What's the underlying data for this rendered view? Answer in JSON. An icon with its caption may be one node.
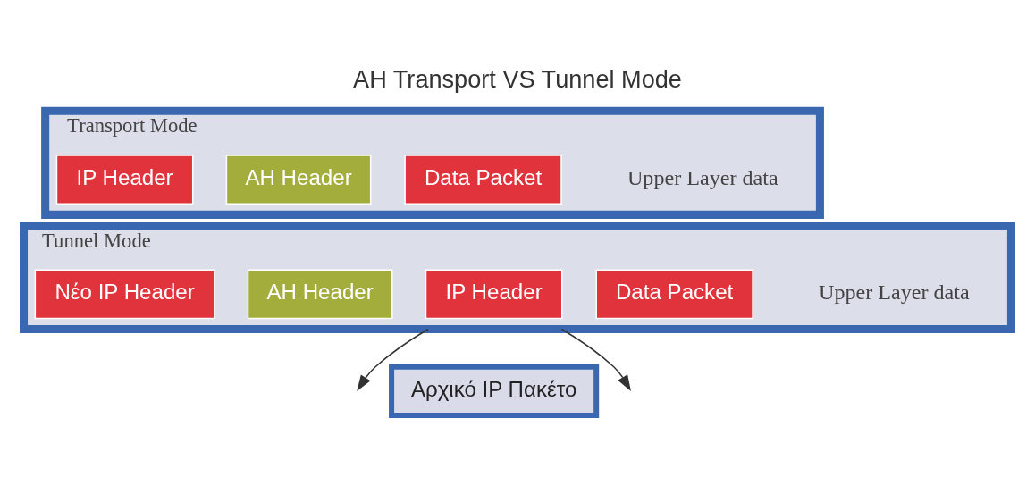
{
  "diagram": {
    "title": "AH Transport VS Tunnel Mode",
    "nodes": [
      {
        "text": [
          "Transport Mode",
          "Upper Layer data"
        ]
      },
      {
        "text": [
          "IP Header"
        ],
        "in": 0
      },
      {
        "text": [
          "AH Header"
        ],
        "in": 0
      },
      {
        "text": [
          "Data Packet"
        ],
        "in": 0
      },
      {
        "text": [
          "Tunnel Mode",
          "Upper Layer data"
        ]
      },
      {
        "text": [
          "Νέο IP Header"
        ],
        "in": 4
      },
      {
        "text": [
          "AH Header"
        ],
        "in": 4
      },
      {
        "text": [
          "IP Header"
        ],
        "in": 4
      },
      {
        "text": [
          "Data Packet"
        ],
        "in": 4
      },
      {
        "text": [
          "Αρχικό IP Πακέτο"
        ]
      }
    ],
    "edges": [
      {
        "from": 4,
        "to": null,
        "arrow": "to"
      },
      {
        "from": 4,
        "to": null,
        "arrow": "to"
      }
    ]
  }
}
